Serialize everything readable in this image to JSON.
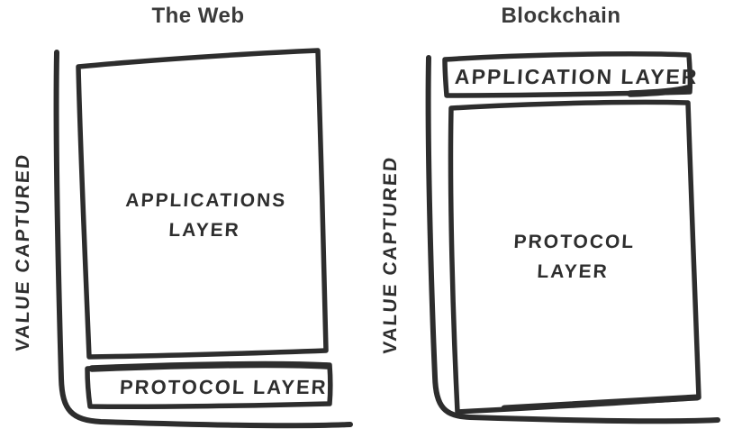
{
  "colors": {
    "ink": "#2d2d2d",
    "title_text": "#3a3a3a",
    "background": "#ffffff"
  },
  "panels": [
    {
      "title": "The Web",
      "y_axis_label": "VALUE CAPTURED",
      "boxes": [
        {
          "name": "applications-layer",
          "label": "APPLICATIONS LAYER",
          "size": "large",
          "position": "top"
        },
        {
          "name": "protocol-layer",
          "label": "PROTOCOL LAYER",
          "size": "small",
          "position": "bottom"
        }
      ]
    },
    {
      "title": "Blockchain",
      "y_axis_label": "VALUE CAPTURED",
      "boxes": [
        {
          "name": "application-layer",
          "label": "APPLICATION LAYER",
          "size": "small",
          "position": "top"
        },
        {
          "name": "protocol-layer",
          "label": "PROTOCOL LAYER",
          "size": "large",
          "position": "bottom"
        }
      ]
    }
  ]
}
